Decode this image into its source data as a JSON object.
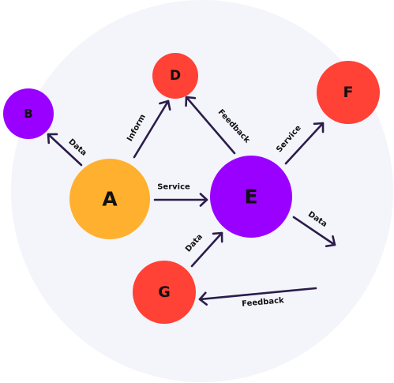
{
  "diagram": {
    "background_color": "#f4f4fb",
    "edge_color": "#2a1d4a",
    "nodes": [
      {
        "id": "A",
        "label": "A",
        "color": "#ffb02e"
      },
      {
        "id": "B",
        "label": "B",
        "color": "#9a00ff"
      },
      {
        "id": "D",
        "label": "D",
        "color": "#ff4136"
      },
      {
        "id": "E",
        "label": "E",
        "color": "#9a00ff"
      },
      {
        "id": "F",
        "label": "F",
        "color": "#ff4136"
      },
      {
        "id": "G",
        "label": "G",
        "color": "#ff4136"
      }
    ],
    "edges": [
      {
        "id": "a-b",
        "from": "A",
        "to": "B",
        "label": "Data"
      },
      {
        "id": "a-d",
        "from": "A",
        "to": "D",
        "label": "Inform"
      },
      {
        "id": "a-e",
        "from": "A",
        "to": "E",
        "label": "Service"
      },
      {
        "id": "e-d",
        "from": "E",
        "to": "D",
        "label": "Feedback"
      },
      {
        "id": "e-f",
        "from": "E",
        "to": "F",
        "label": "Service"
      },
      {
        "id": "e-out",
        "from": "E",
        "to": "",
        "label": "Data"
      },
      {
        "id": "g-e",
        "from": "G",
        "to": "E",
        "label": "Data"
      },
      {
        "id": "in-g",
        "from": "",
        "to": "G",
        "label": "Feedback"
      }
    ]
  }
}
